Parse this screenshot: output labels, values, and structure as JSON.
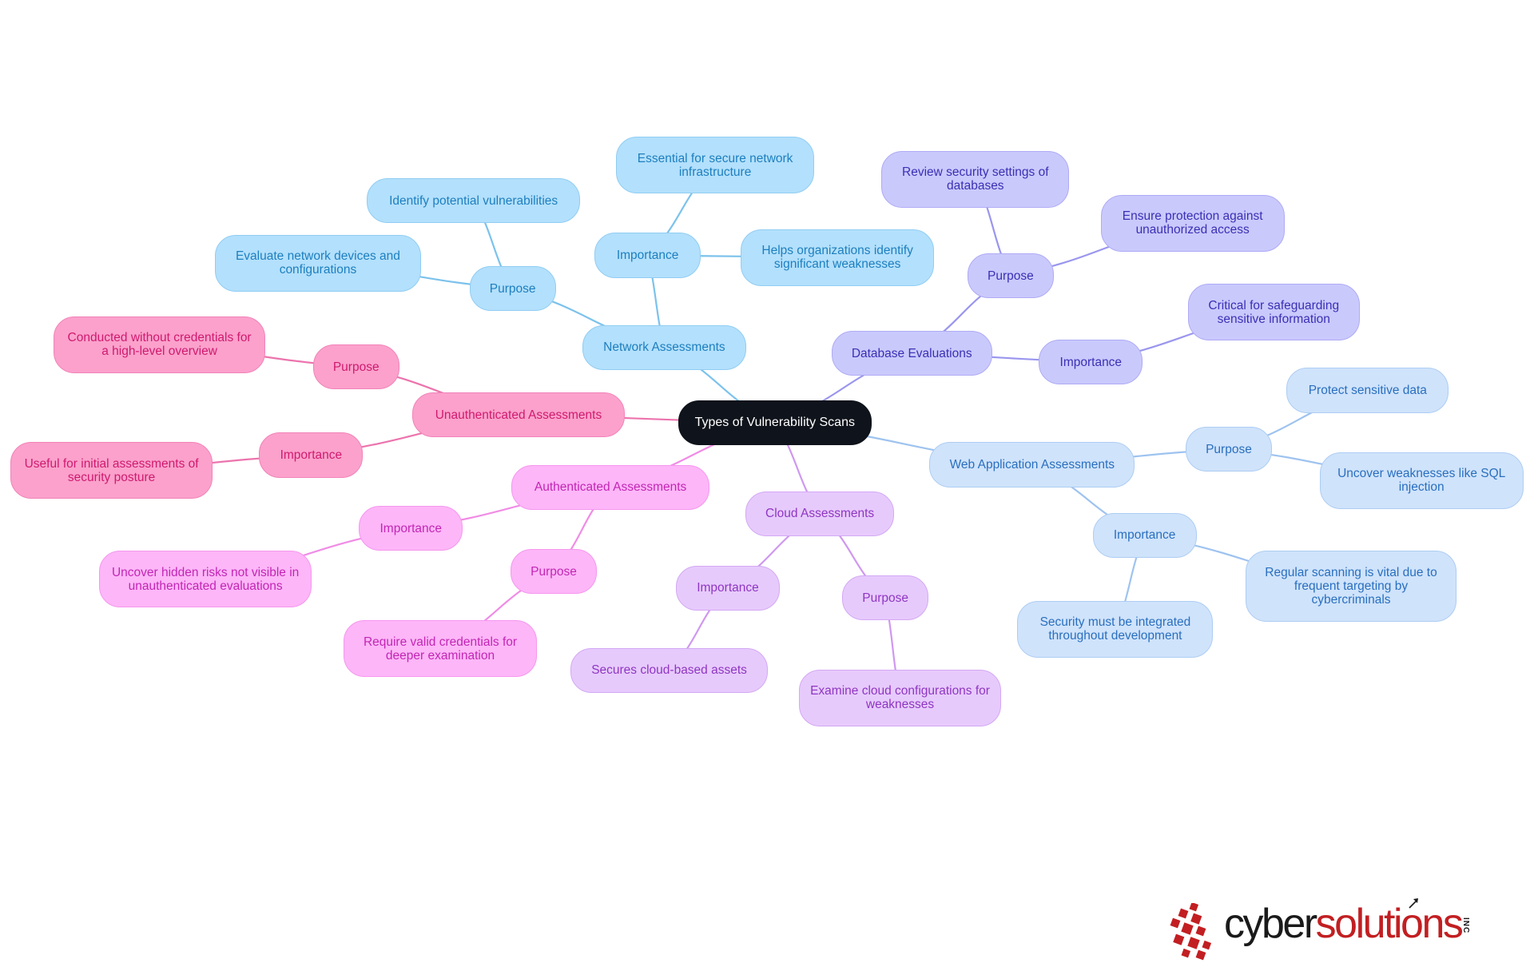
{
  "root": "Types of Vulnerability Scans",
  "branches": [
    {
      "label": "Network Assessments",
      "color": "#b3e0fc",
      "children": [
        {
          "label": "Purpose",
          "children": [
            "Identify potential vulnerabilities",
            "Evaluate network devices and configurations"
          ]
        },
        {
          "label": "Importance",
          "children": [
            "Essential for secure network infrastructure",
            "Helps organizations identify significant weaknesses"
          ]
        }
      ]
    },
    {
      "label": "Database Evaluations",
      "color": "#cac9fc",
      "children": [
        {
          "label": "Purpose",
          "children": [
            "Review security settings of databases",
            "Ensure protection against unauthorized access"
          ]
        },
        {
          "label": "Importance",
          "children": [
            "Critical for safeguarding sensitive information"
          ]
        }
      ]
    },
    {
      "label": "Web Application Assessments",
      "color": "#cfe3fb",
      "children": [
        {
          "label": "Purpose",
          "children": [
            "Protect sensitive data",
            "Uncover weaknesses like SQL injection"
          ]
        },
        {
          "label": "Importance",
          "children": [
            "Regular scanning is vital due to frequent targeting by cybercriminals",
            "Security must be integrated throughout development"
          ]
        }
      ]
    },
    {
      "label": "Cloud Assessments",
      "color": "#e7cafc",
      "children": [
        {
          "label": "Importance",
          "children": [
            "Secures cloud-based assets"
          ]
        },
        {
          "label": "Purpose",
          "children": [
            "Examine cloud configurations for weaknesses"
          ]
        }
      ]
    },
    {
      "label": "Authenticated Assessments",
      "color": "#fdb6f8",
      "children": [
        {
          "label": "Importance",
          "children": [
            "Uncover hidden risks not visible in unauthenticated evaluations"
          ]
        },
        {
          "label": "Purpose",
          "children": [
            "Require valid credentials for deeper examination"
          ]
        }
      ]
    },
    {
      "label": "Unauthenticated Assessments",
      "color": "#fba1cc",
      "children": [
        {
          "label": "Purpose",
          "children": [
            "Conducted without credentials for a high-level overview"
          ]
        },
        {
          "label": "Importance",
          "children": [
            "Useful for initial assessments of security posture"
          ]
        }
      ]
    }
  ],
  "logo": {
    "part1": "cyber",
    "part2": "solutions",
    "suffix": "INC"
  }
}
